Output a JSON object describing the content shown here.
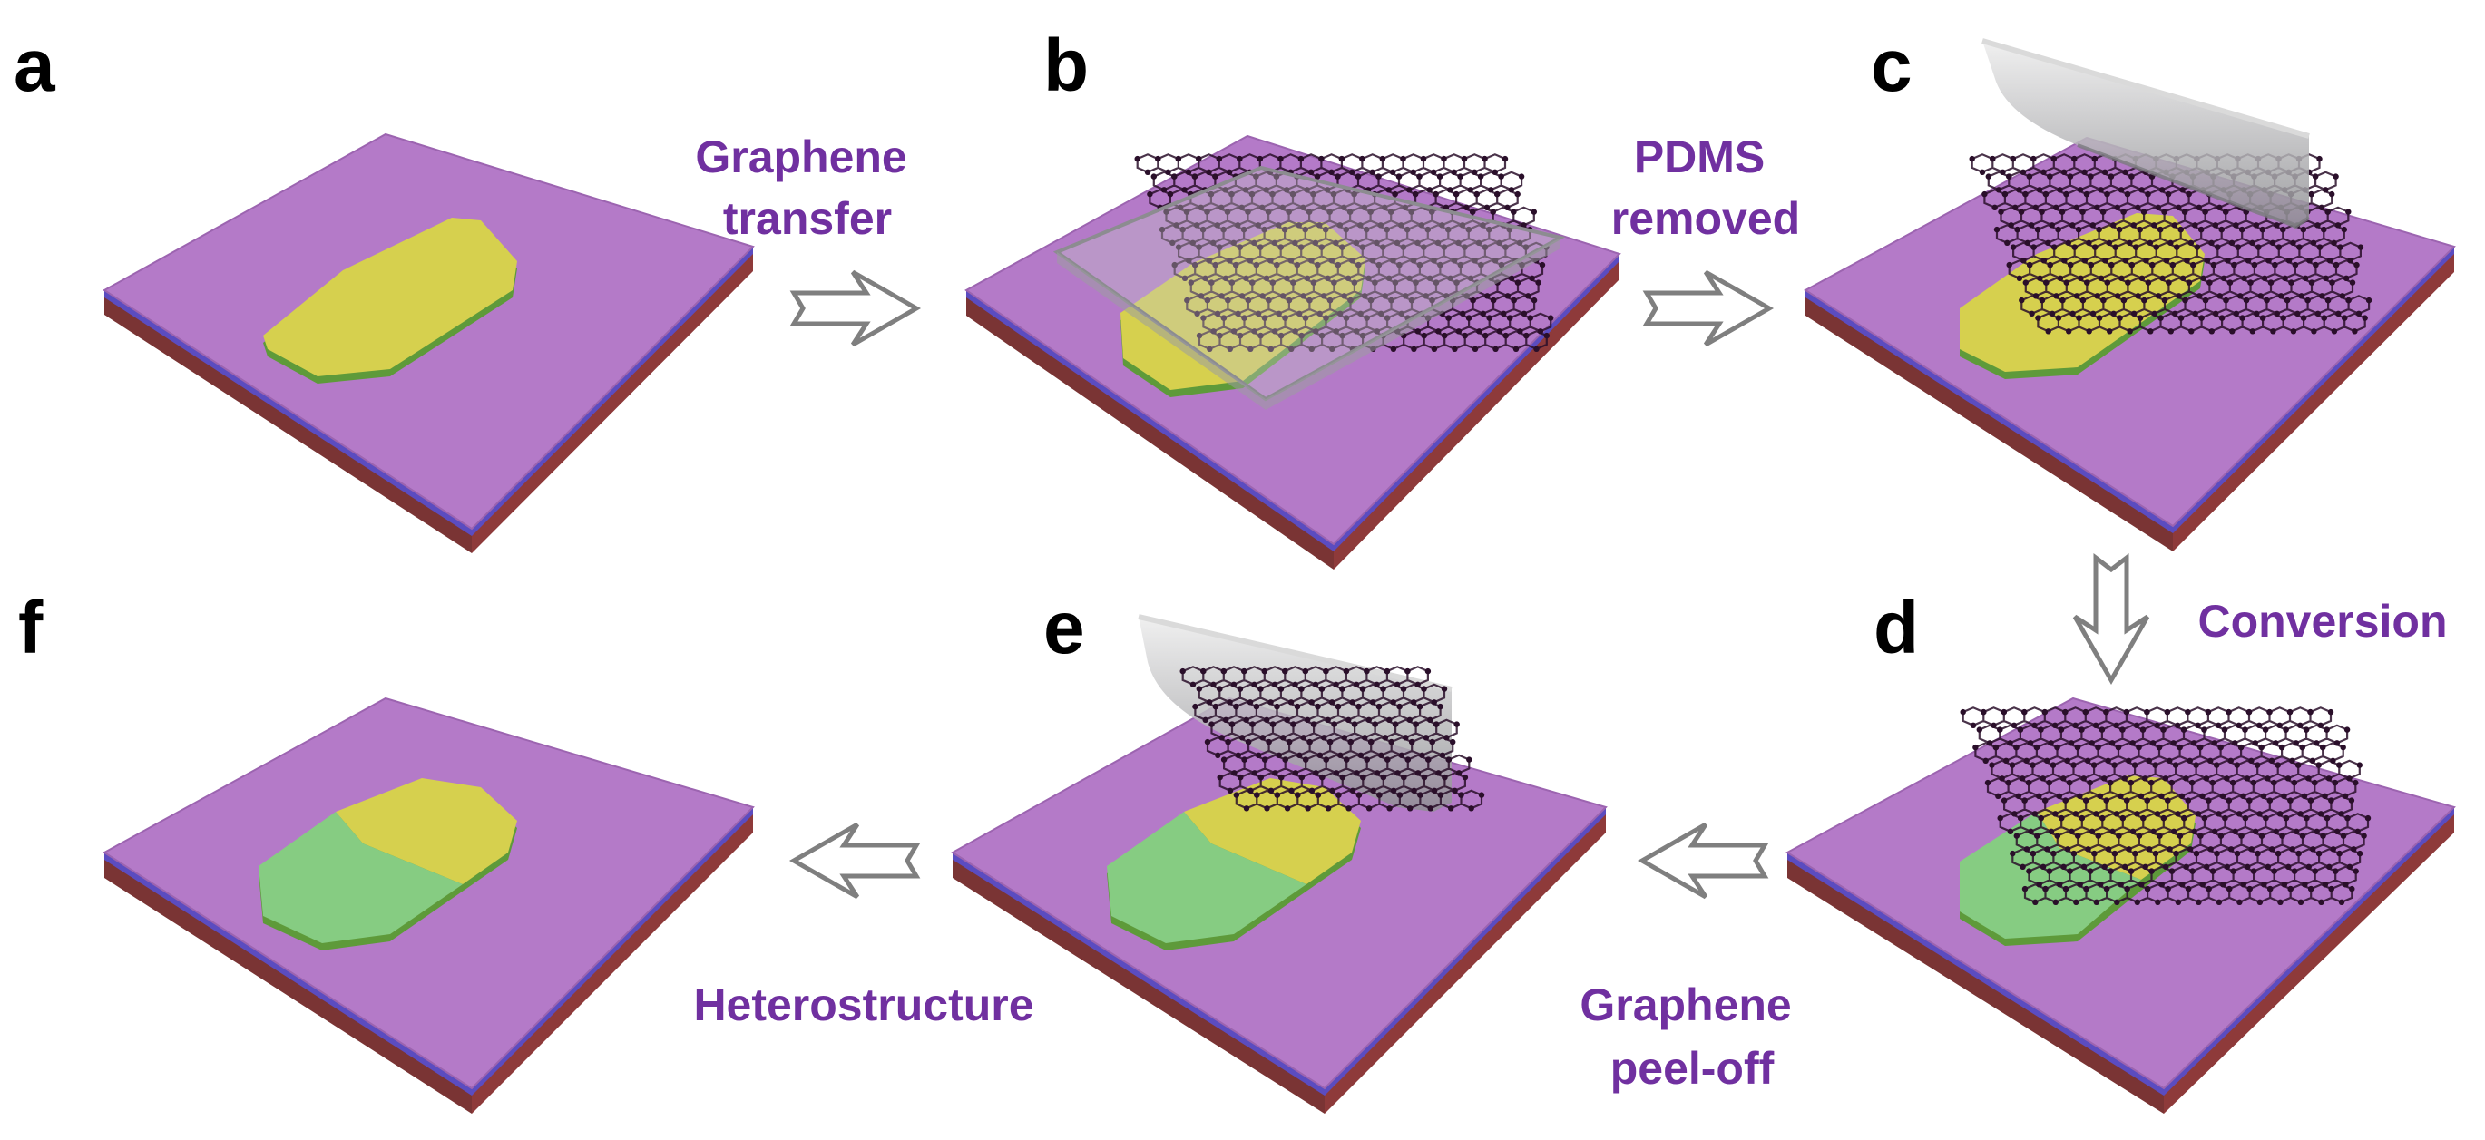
{
  "colors": {
    "accent": "#7030A0",
    "substrate_top": "#B47AC8",
    "substrate_left": "#7A3434",
    "substrate_right": "#8E3A3A",
    "oxide_band": "#5B4CC0",
    "flake_yellow": "#D6D04E",
    "flake_green": "#86CC82",
    "lattice": "#2A0F2A",
    "film": "#B5B5B8",
    "arrow_outline": "#7F7F7F"
  },
  "panels": [
    {
      "letter": "a",
      "flake": "yellow",
      "film": "none",
      "lattice": false
    },
    {
      "letter": "b",
      "flake": "yellow",
      "film": "pdms-flat",
      "lattice": true
    },
    {
      "letter": "c",
      "flake": "yellow",
      "film": "peel",
      "lattice": true
    },
    {
      "letter": "d",
      "flake": "yellow-green",
      "film": "none",
      "lattice": true
    },
    {
      "letter": "e",
      "flake": "yellow-green",
      "film": "peel-with-lattice",
      "lattice": false
    },
    {
      "letter": "f",
      "flake": "yellow-green",
      "film": "none",
      "lattice": false
    }
  ],
  "steps": [
    {
      "id": "graphene-transfer",
      "lines": [
        "Graphene",
        "transfer"
      ],
      "direction": "right",
      "from": "a",
      "to": "b"
    },
    {
      "id": "pdms-removed",
      "lines": [
        "PDMS",
        "removed"
      ],
      "direction": "right",
      "from": "b",
      "to": "c"
    },
    {
      "id": "conversion",
      "lines": [
        "Conversion"
      ],
      "direction": "down",
      "from": "c",
      "to": "d"
    },
    {
      "id": "graphene-peel-off",
      "lines": [
        "Graphene",
        "peel-off"
      ],
      "direction": "left",
      "from": "d",
      "to": "e"
    },
    {
      "id": "heterostructure",
      "lines": [
        "Heterostructure"
      ],
      "direction": "left",
      "from": "e",
      "to": "f"
    }
  ]
}
